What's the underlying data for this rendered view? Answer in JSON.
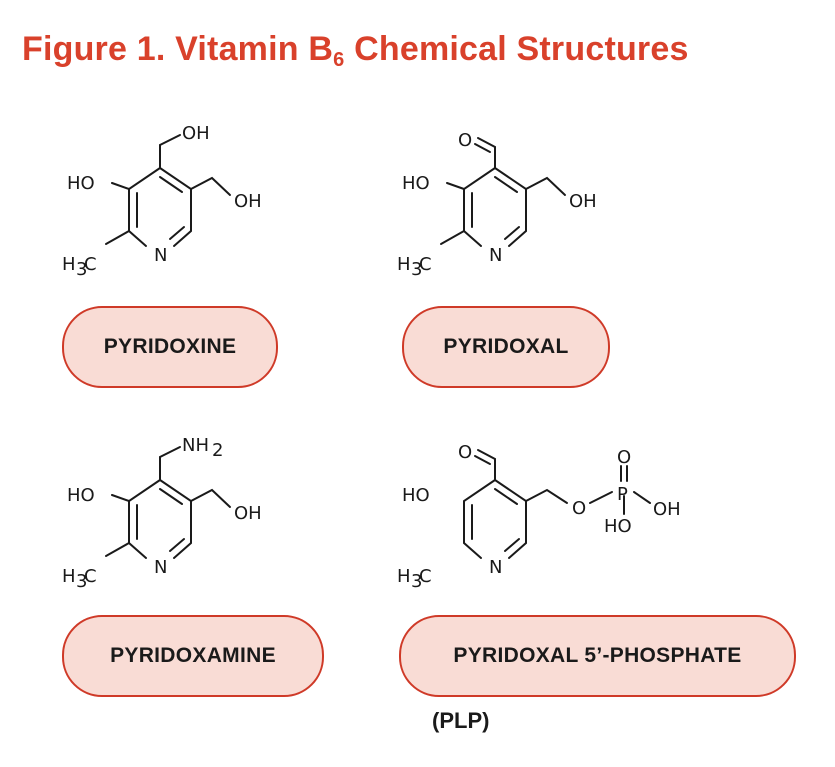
{
  "figure": {
    "title_prefix": "Figure 1. Vitamin B",
    "title_sub": "6",
    "title_suffix": " Chemical Structures"
  },
  "compounds": [
    {
      "name": "PYRIDOXINE"
    },
    {
      "name": "PYRIDOXAL"
    },
    {
      "name": "PYRIDOXAMINE"
    },
    {
      "name": "PYRIDOXAL 5’-PHOSPHATE",
      "caption": "(PLP)"
    }
  ],
  "atoms": {
    "HO": "HO",
    "OH": "OH",
    "N": "N",
    "H": "H",
    "C": "C",
    "3": "3",
    "O": "O",
    "P": "P",
    "NH": "NH",
    "2": "2"
  },
  "colors": {
    "accent": "#d9412b",
    "pill_fill": "#f9dcd5",
    "pill_border": "#cf3a28",
    "bond": "#1a1a1a"
  }
}
